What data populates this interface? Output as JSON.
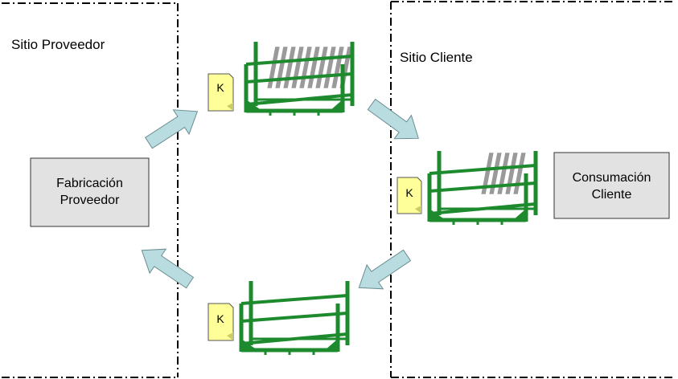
{
  "regions": {
    "supplier_site": "Sitio Proveedor",
    "customer_site": "Sitio Cliente"
  },
  "boxes": {
    "supplier_manufacturing": {
      "line1": "Fabricación",
      "line2": "Proveedor"
    },
    "customer_consumption": {
      "line1": "Consumación",
      "line2": "Cliente"
    }
  },
  "kanban_card": {
    "label": "K"
  },
  "colors": {
    "rack_green": "#1e8a2e",
    "arrow_fill": "#b8dce0",
    "box_fill": "#e2e2e2",
    "card_fill": "#ffff99"
  }
}
